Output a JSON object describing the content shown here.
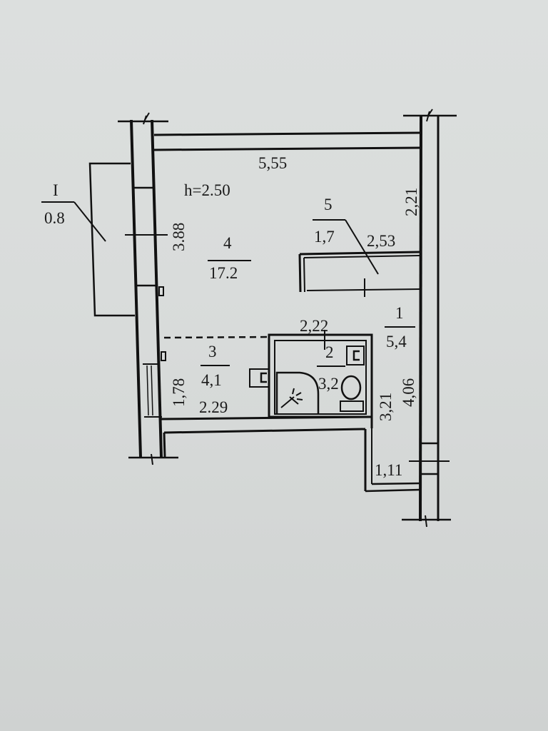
{
  "plan": {
    "ceiling_height": "h=2.50",
    "rooms": [
      {
        "number": "1",
        "area": "5,4"
      },
      {
        "number": "2",
        "area": "3,2"
      },
      {
        "number": "3",
        "area": "4,1"
      },
      {
        "number": "4",
        "area": "17.2"
      },
      {
        "number": "5",
        "area": "1,7"
      }
    ],
    "balcony": {
      "number": "I",
      "area": "0.8"
    },
    "dimensions": {
      "top_width": "5,55",
      "room4_height": "3.88",
      "right_upper": "2,21",
      "closet_width": "2,53",
      "bath_width": "2,22",
      "room3_height": "1,78",
      "room3_width": "2.29",
      "hall_bath_height": "3,21",
      "hall_height": "4,06",
      "hall_bottom_width": "1,11"
    },
    "fixtures": [
      "shower-icon",
      "toilet-icon",
      "sink-icon",
      "radiator-icon"
    ]
  }
}
